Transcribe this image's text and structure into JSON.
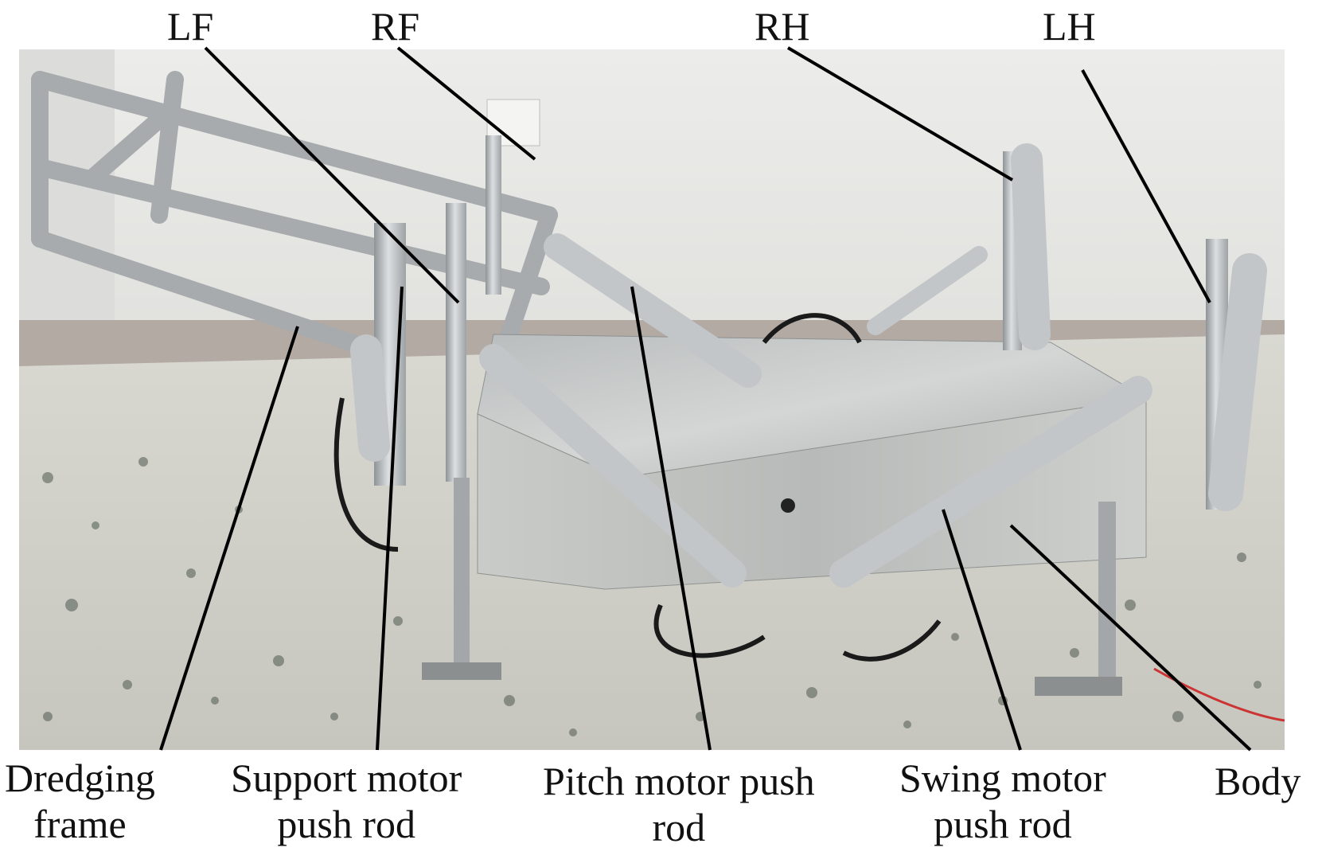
{
  "top_labels": {
    "lf": "LF",
    "rf": "RF",
    "rh": "RH",
    "lh": "LH"
  },
  "bottom_labels": {
    "dredging_frame": [
      "Dredging",
      "frame"
    ],
    "support_motor": [
      "Support motor",
      "push rod"
    ],
    "pitch_motor": [
      "Pitch motor push",
      "rod"
    ],
    "swing_motor": [
      "Swing motor",
      "push rod"
    ],
    "body": [
      "Body"
    ]
  },
  "colors": {
    "wall": "#e7e7e5",
    "floor": "#cfcfc8",
    "aluminium": "#c4c7c9",
    "leader_line": "#000000"
  }
}
